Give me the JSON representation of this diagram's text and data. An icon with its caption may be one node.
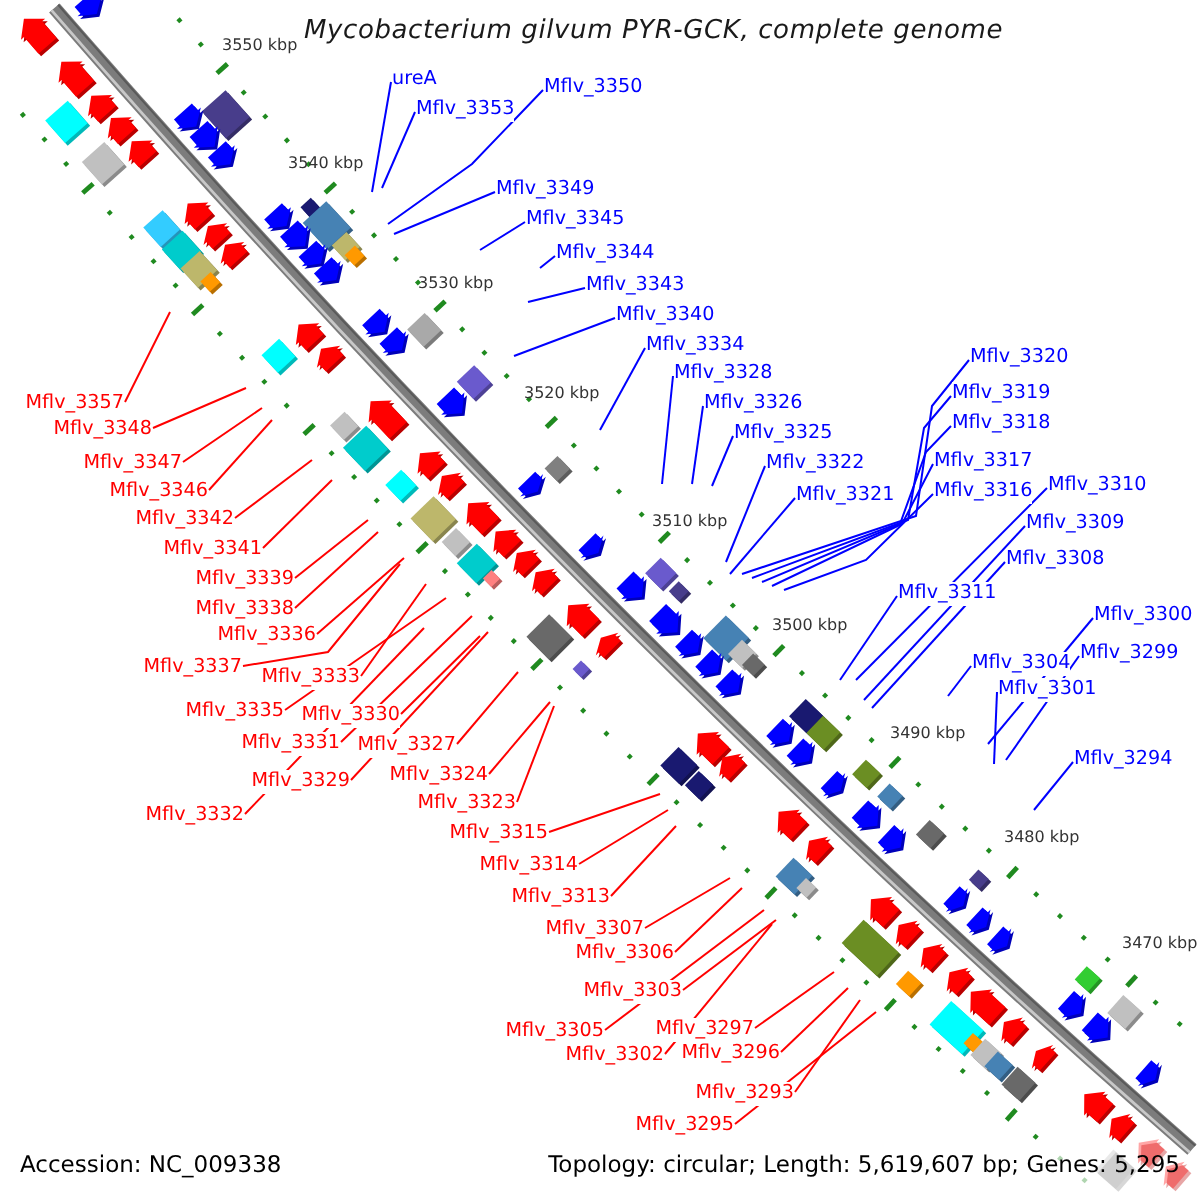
{
  "diagram": {
    "title": "Mycobacterium gilvum PYR-GCK, complete genome",
    "nodes": [
      {
        "text": [
          "ureA"
        ]
      },
      {
        "text": [
          "Mflv_3350"
        ]
      },
      {
        "text": [
          "Mflv_3353"
        ]
      },
      {
        "text": [
          "Mflv_3349"
        ]
      },
      {
        "text": [
          "Mflv_3345"
        ]
      },
      {
        "text": [
          "Mflv_3344"
        ]
      },
      {
        "text": [
          "Mflv_3343"
        ]
      },
      {
        "text": [
          "Mflv_3340"
        ]
      },
      {
        "text": [
          "Mflv_3334"
        ]
      },
      {
        "text": [
          "Mflv_3320"
        ]
      },
      {
        "text": [
          "Mflv_3328"
        ]
      },
      {
        "text": [
          "Mflv_3319"
        ]
      },
      {
        "text": [
          "Mflv_3357"
        ]
      },
      {
        "text": [
          "Mflv_3326"
        ]
      },
      {
        "text": [
          "Mflv_3318"
        ]
      },
      {
        "text": [
          "Mflv_3348"
        ]
      },
      {
        "text": [
          "Mflv_3325"
        ]
      },
      {
        "text": [
          "Mflv_3317"
        ]
      },
      {
        "text": [
          "Mflv_3347"
        ]
      },
      {
        "text": [
          "Mflv_3322"
        ]
      },
      {
        "text": [
          "Mflv_3310"
        ]
      },
      {
        "text": [
          "Mflv_3346"
        ]
      },
      {
        "text": [
          "Mflv_3316"
        ]
      },
      {
        "text": [
          "Mflv_3321"
        ]
      },
      {
        "text": [
          "Mflv_3342"
        ]
      },
      {
        "text": [
          "Mflv_3309"
        ]
      },
      {
        "text": [
          "Mflv_3341"
        ]
      },
      {
        "text": [
          "Mflv_3308"
        ]
      },
      {
        "text": [
          "Mflv_3339"
        ]
      },
      {
        "text": [
          "Mflv_3311"
        ]
      },
      {
        "text": [
          "Mflv_3338"
        ]
      },
      {
        "text": [
          "Mflv_3300"
        ]
      },
      {
        "text": [
          "Mflv_3336"
        ]
      },
      {
        "text": [
          "Mflv_3299"
        ]
      },
      {
        "text": [
          "Mflv_3304"
        ]
      },
      {
        "text": [
          "Mflv_3337"
        ]
      },
      {
        "text": [
          "Mflv_3333"
        ]
      },
      {
        "text": [
          "Mflv_3301"
        ]
      },
      {
        "text": [
          "Mflv_3335"
        ]
      },
      {
        "text": [
          "Mflv_3330"
        ]
      },
      {
        "text": [
          "Mflv_3331"
        ]
      },
      {
        "text": [
          "Mflv_3327"
        ]
      },
      {
        "text": [
          "Mflv_3294"
        ]
      },
      {
        "text": [
          "Mflv_3329"
        ]
      },
      {
        "text": [
          "Mflv_3324"
        ]
      },
      {
        "text": [
          "Mflv_3323"
        ]
      },
      {
        "text": [
          "Mflv_3332"
        ]
      },
      {
        "text": [
          "Mflv_3315"
        ]
      },
      {
        "text": [
          "Mflv_3314"
        ]
      },
      {
        "text": [
          "Mflv_3313"
        ]
      },
      {
        "text": [
          "Mflv_3307"
        ]
      },
      {
        "text": [
          "Mflv_3306"
        ]
      },
      {
        "text": [
          "Mflv_3303"
        ]
      },
      {
        "text": [
          "Mflv_3305"
        ]
      },
      {
        "text": [
          "Mflv_3297"
        ]
      },
      {
        "text": [
          "Mflv_3302"
        ]
      },
      {
        "text": [
          "Mflv_3296"
        ]
      },
      {
        "text": [
          "Mflv_3293"
        ]
      },
      {
        "text": [
          "Mflv_3295"
        ]
      }
    ],
    "edges": [
      {
        "from": 0,
        "to": null,
        "arrow": "none",
        "color": "#0000ff"
      },
      {
        "from": 1,
        "to": null,
        "arrow": "none",
        "color": "#0000ff"
      },
      {
        "from": 2,
        "to": null,
        "arrow": "none",
        "color": "#0000ff"
      },
      {
        "from": 3,
        "to": null,
        "arrow": "none",
        "color": "#0000ff"
      },
      {
        "from": 4,
        "to": null,
        "arrow": "none",
        "color": "#0000ff"
      },
      {
        "from": 5,
        "to": null,
        "arrow": "none",
        "color": "#0000ff"
      },
      {
        "from": 6,
        "to": null,
        "arrow": "none",
        "color": "#0000ff"
      },
      {
        "from": 7,
        "to": null,
        "arrow": "none",
        "color": "#0000ff"
      },
      {
        "from": 8,
        "to": null,
        "arrow": "none",
        "color": "#0000ff"
      },
      {
        "from": 9,
        "to": null,
        "arrow": "none",
        "color": "#0000ff"
      },
      {
        "from": 10,
        "to": null,
        "arrow": "none",
        "color": "#0000ff"
      },
      {
        "from": 11,
        "to": null,
        "arrow": "none",
        "color": "#0000ff"
      },
      {
        "from": 12,
        "to": null,
        "arrow": "none"
      },
      {
        "from": 13,
        "to": null,
        "arrow": "none",
        "color": "#0000ff"
      },
      {
        "from": 14,
        "to": null,
        "arrow": "none",
        "color": "#0000ff"
      },
      {
        "from": 15,
        "to": null,
        "arrow": "none"
      },
      {
        "from": 16,
        "to": null,
        "arrow": "none",
        "color": "#0000ff"
      },
      {
        "from": 17,
        "to": null,
        "arrow": "none",
        "color": "#0000ff"
      },
      {
        "from": 18,
        "to": null,
        "arrow": "none"
      },
      {
        "from": 19,
        "to": null,
        "arrow": "none",
        "color": "#0000ff"
      },
      {
        "from": 20,
        "to": null,
        "arrow": "none",
        "color": "#0000ff"
      },
      {
        "from": 21,
        "to": null,
        "arrow": "none"
      },
      {
        "from": 22,
        "to": null,
        "arrow": "none",
        "color": "#0000ff"
      },
      {
        "from": 23,
        "to": null,
        "arrow": "none",
        "color": "#0000ff"
      },
      {
        "from": 24,
        "to": null,
        "arrow": "none"
      },
      {
        "from": 25,
        "to": null,
        "arrow": "none",
        "color": "#0000ff"
      },
      {
        "from": 26,
        "to": null,
        "arrow": "none"
      },
      {
        "from": 27,
        "to": null,
        "arrow": "none",
        "color": "#0000ff"
      },
      {
        "from": 28,
        "to": null,
        "arrow": "none"
      },
      {
        "from": 29,
        "to": null,
        "arrow": "none",
        "color": "#0000ff"
      },
      {
        "from": 30,
        "to": null,
        "arrow": "none"
      },
      {
        "from": 31,
        "to": null,
        "arrow": "none",
        "color": "#0000ff"
      },
      {
        "from": 32,
        "to": null,
        "arrow": "none"
      },
      {
        "from": 33,
        "to": null,
        "arrow": "none",
        "color": "#0000ff"
      },
      {
        "from": 34,
        "to": null,
        "arrow": "none",
        "color": "#0000ff"
      },
      {
        "from": 35,
        "to": null,
        "arrow": "none"
      },
      {
        "from": 36,
        "to": null,
        "arrow": "none"
      },
      {
        "from": 37,
        "to": null,
        "arrow": "none",
        "color": "#0000ff"
      },
      {
        "from": 38,
        "to": null,
        "arrow": "none"
      },
      {
        "from": 39,
        "to": null,
        "arrow": "none"
      },
      {
        "from": 40,
        "to": null,
        "arrow": "none"
      },
      {
        "from": 41,
        "to": null,
        "arrow": "none"
      },
      {
        "from": 42,
        "to": null,
        "arrow": "none",
        "color": "#0000ff"
      },
      {
        "from": 43,
        "to": null,
        "arrow": "none"
      },
      {
        "from": 44,
        "to": null,
        "arrow": "none"
      },
      {
        "from": 45,
        "to": null,
        "arrow": "none"
      },
      {
        "from": 46,
        "to": null,
        "arrow": "none"
      },
      {
        "from": 47,
        "to": null,
        "arrow": "none"
      },
      {
        "from": 48,
        "to": null,
        "arrow": "none"
      },
      {
        "from": 49,
        "to": null,
        "arrow": "none"
      },
      {
        "from": 50,
        "to": null,
        "arrow": "none"
      },
      {
        "from": 51,
        "to": null,
        "arrow": "none"
      },
      {
        "from": 52,
        "to": null,
        "arrow": "none"
      },
      {
        "from": 53,
        "to": null,
        "arrow": "none"
      },
      {
        "from": 54,
        "to": null,
        "arrow": "none"
      },
      {
        "from": 55,
        "to": null,
        "arrow": "none"
      },
      {
        "from": 56,
        "to": null,
        "arrow": "none"
      },
      {
        "from": 57,
        "to": null,
        "arrow": "none"
      },
      {
        "from": 58,
        "to": null,
        "arrow": "none"
      }
    ],
    "labels": [
      "3550 kbp",
      "3540 kbp",
      "3530 kbp",
      "3520 kbp",
      "3510 kbp",
      "3500 kbp",
      "3490 kbp",
      "3480 kbp",
      "3470 kbp",
      "Accession: NC_009338",
      "Topology: circular; Length: 5,619,607 bp; Genes: 5,295"
    ]
  }
}
